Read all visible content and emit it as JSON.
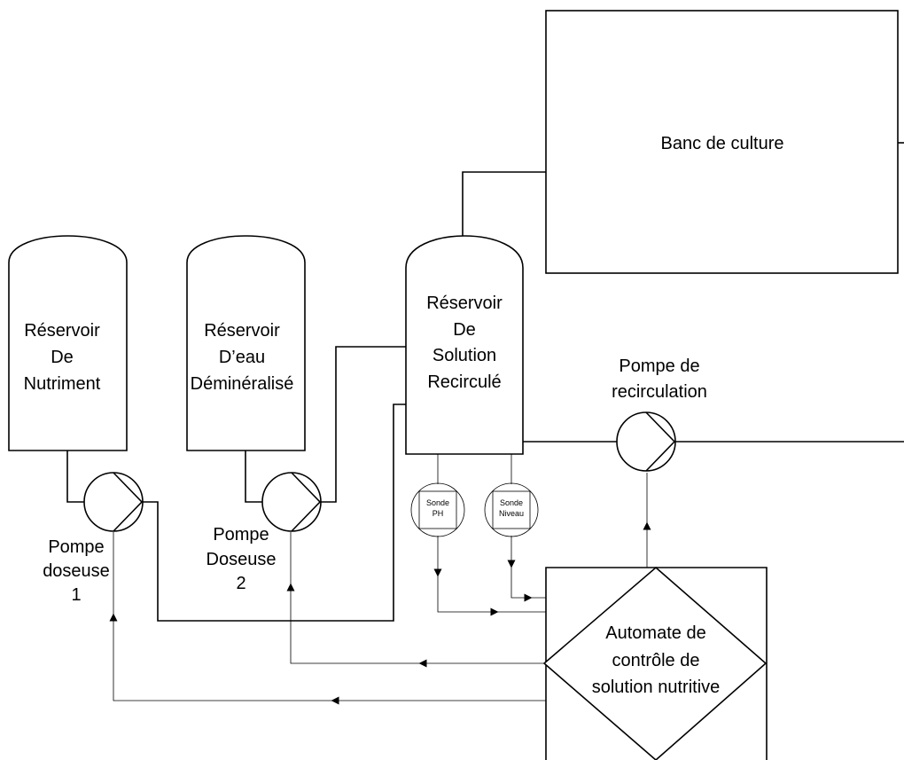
{
  "diagram": {
    "banc": {
      "label": "Banc de culture"
    },
    "tank_nutrient": {
      "line1": "Réservoir",
      "line2": "De",
      "line3": "Nutriment"
    },
    "tank_water": {
      "line1": "Réservoir",
      "line2": "D’eau",
      "line3": "Déminéralisé"
    },
    "tank_recirc": {
      "line1": "Réservoir",
      "line2": "De",
      "line3": "Solution",
      "line4": "Recirculé"
    },
    "pump_recirc": {
      "line1": "Pompe de",
      "line2": "recirculation"
    },
    "pump_dose1": {
      "line1": "Pompe",
      "line2": "doseuse",
      "line3": "1"
    },
    "pump_dose2": {
      "line1": "Pompe",
      "line2": "Doseuse",
      "line3": "2"
    },
    "probe_ph": {
      "line1": "Sonde",
      "line2": "PH"
    },
    "probe_level": {
      "line1": "Sonde",
      "line2": "Niveau"
    },
    "controller": {
      "line1": "Automate de",
      "line2": "contrôle de",
      "line3": "solution nutritive"
    }
  }
}
